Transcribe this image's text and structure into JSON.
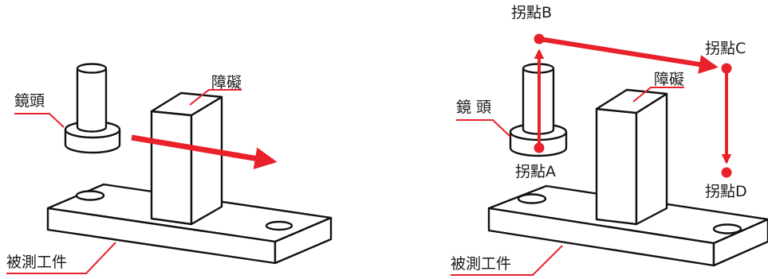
{
  "left_figure": {
    "lens_label": "鏡頭",
    "obstacle_label": "障礙",
    "workpiece_label": "被測工件"
  },
  "right_figure": {
    "lens_label": "鏡 頭",
    "obstacle_label": "障礙",
    "workpiece_label": "被測工件",
    "point_a": "拐點A",
    "point_b": "拐點B",
    "point_c": "拐點C",
    "point_d": "拐點D"
  },
  "colors": {
    "accent": "#e8212b",
    "line": "#111111"
  }
}
